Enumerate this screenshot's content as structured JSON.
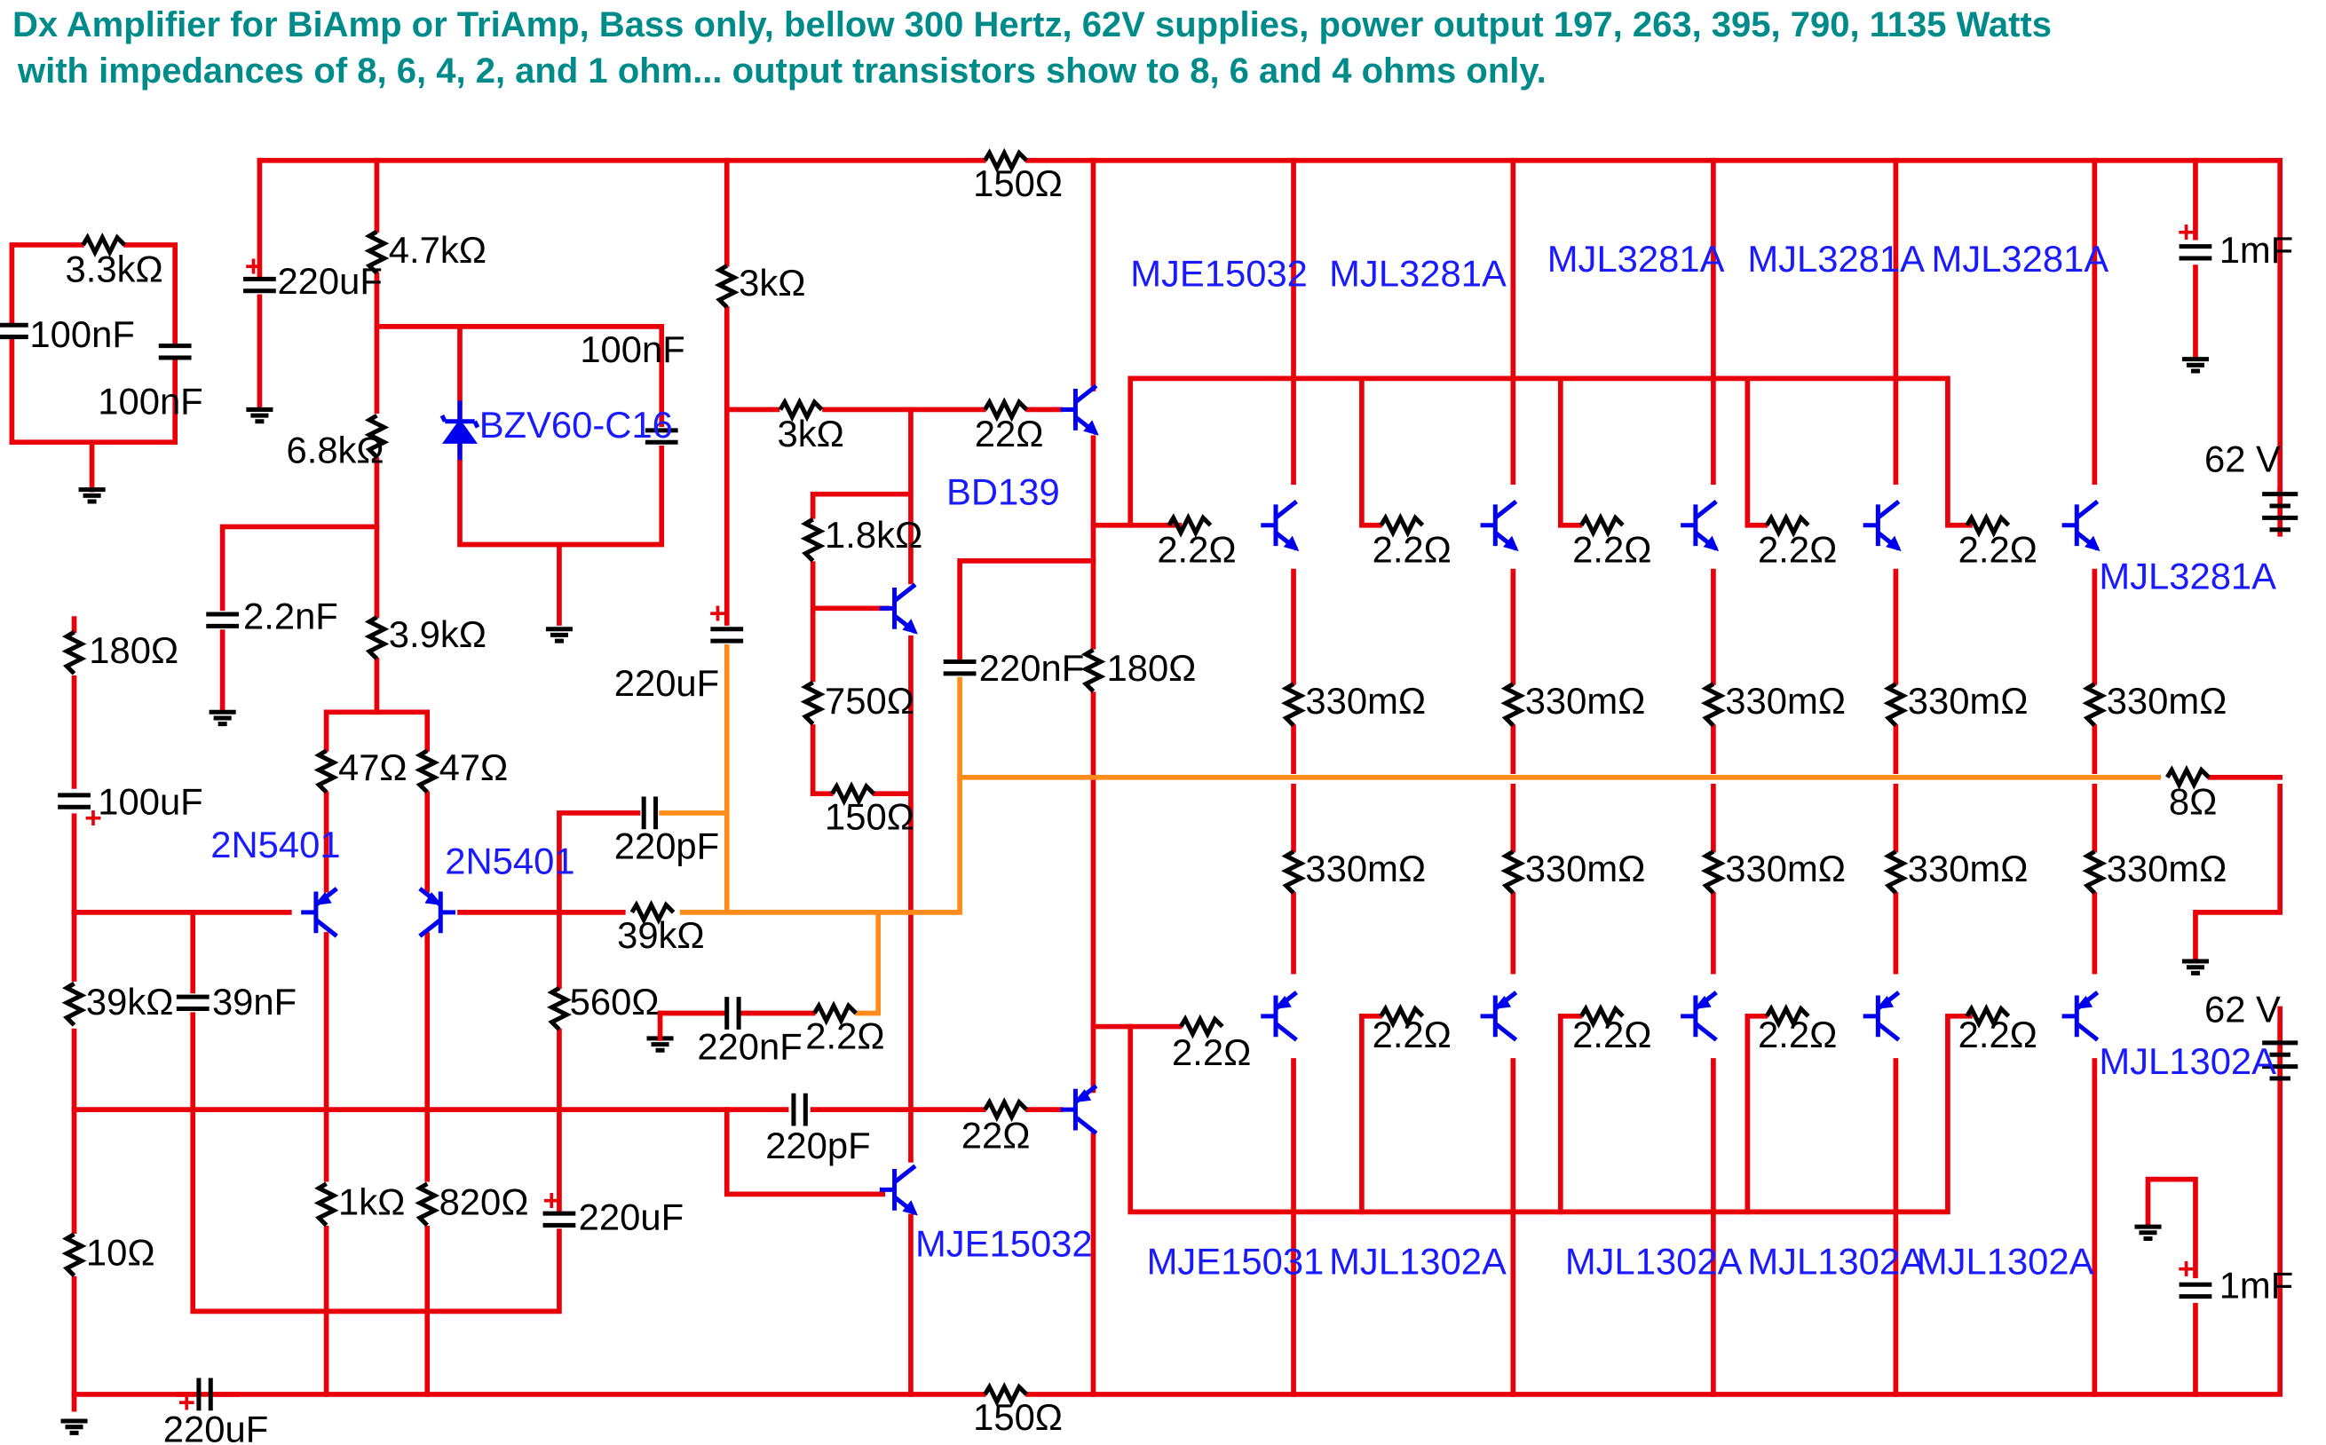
{
  "title": {
    "line1": "Dx Amplifier for BiAmp or TriAmp, Bass only, bellow 300 Hertz, 62V supplies, power output 197, 263, 395, 790, 1135 Watts",
    "line2": "with impedances of 8, 6, 4, 2, and 1 ohm... output transistors show to 8, 6 and 4 ohms only."
  },
  "colors": {
    "wire": "#e8000a",
    "feedback_wire": "#ff8c1a",
    "component": "#000000",
    "transistor": "#0000ee",
    "title": "#008b8b",
    "part_label": "#1a1aff"
  },
  "input_filter": {
    "r": "3.3kΩ",
    "c1": "100nF",
    "c2": "100nF"
  },
  "vas_bias": {
    "r_top": "4.7kΩ",
    "c_dec": "220uF",
    "r_mid": "6.8kΩ",
    "zener": "BZV60-C16",
    "c_zener": "100nF",
    "c_comp": "2.2nF",
    "r_tail": "3.9kΩ",
    "r_fb_top": "3kΩ",
    "c_boot": "220uF"
  },
  "input_stage": {
    "r_in_top": "180Ω",
    "c_in": "100uF",
    "r_bias": "39kΩ",
    "c_rf": "39nF",
    "r_gnd": "10Ω",
    "c_gnd": "220uF",
    "r_e1": "47Ω",
    "r_e2": "47Ω",
    "q1": "2N5401",
    "q2": "2N5401",
    "r_c1": "1kΩ",
    "r_c2": "820Ω",
    "c_fb": "220pF",
    "r_fb": "39kΩ",
    "r_fb_low": "560Ω",
    "c_fb_low": "220uF",
    "zobel_c": "220nF",
    "zobel_r": "2.2Ω"
  },
  "vas": {
    "r_base": "3kΩ",
    "vbe_r1": "1.8kΩ",
    "vbe_r2": "750Ω",
    "vbe_r3": "150Ω",
    "vbe_q": "BD139",
    "c_vbe": "220nF",
    "r_driver": "180Ω",
    "c_miller": "220pF",
    "q_vas": "MJE15032"
  },
  "rails": {
    "r_top": "150Ω",
    "r_bot": "150Ω",
    "c_top": "1mF",
    "c_bot": "1mF",
    "v_top": "62 V",
    "v_bot": "62 V",
    "r_load": "8Ω"
  },
  "drivers": {
    "top": "MJE15032",
    "bot": "MJE15031",
    "r_gate_top": "22Ω",
    "r_gate_bot": "22Ω"
  },
  "output_stage": {
    "top_labels": [
      "MJL3281A",
      "MJL3281A",
      "MJL3281A",
      "MJL3281A",
      "MJL3281A"
    ],
    "bot_labels": [
      "MJL1302A",
      "MJL1302A",
      "MJL1302A",
      "MJL1302A",
      "MJL1302A"
    ],
    "r_base": "2.2Ω",
    "r_emitter": "330mΩ"
  }
}
